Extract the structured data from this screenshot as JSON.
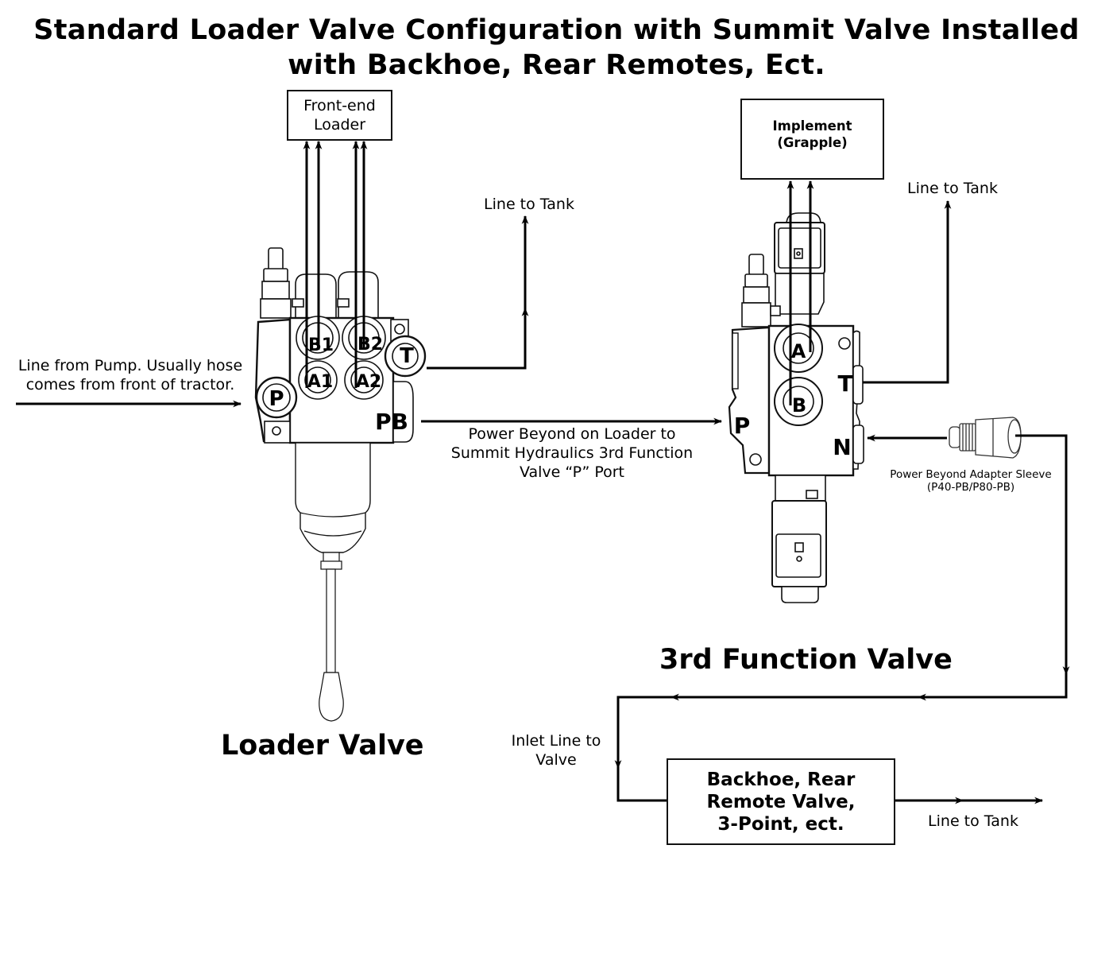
{
  "title": {
    "line1": "Standard Loader Valve Configuration with Summit Valve Installed",
    "line2": "with Backhoe, Rear Remotes, Ect."
  },
  "boxes": {
    "front_end_loader": {
      "line1": "Front-end",
      "line2": "Loader"
    },
    "implement": {
      "line1": "Implement",
      "line2": "(Grapple)"
    },
    "backhoe": {
      "line1": "Backhoe, Rear",
      "line2": "Remote Valve,",
      "line3": "3-Point, ect."
    }
  },
  "labels": {
    "pump_line": {
      "line1": "Line from Pump. Usually hose",
      "line2": "comes from front of tractor."
    },
    "loader_tank": "Line to Tank",
    "third_tank": "Line to Tank",
    "power_beyond": {
      "line1": "Power Beyond on Loader to",
      "line2": "Summit Hydraulics 3rd Function",
      "line3": "Valve “P” Port"
    },
    "adapter_sleeve": {
      "line1": "Power Beyond Adapter Sleeve",
      "line2": "(P40-PB/P80-PB)"
    },
    "inlet_line": {
      "line1": "Inlet Line to",
      "line2": "Valve"
    },
    "backhoe_tank": "Line to Tank"
  },
  "section_titles": {
    "loader_valve": "Loader Valve",
    "third_function_valve": "3rd Function Valve"
  },
  "ports": {
    "loader": {
      "b1": "B1",
      "b2": "B2",
      "a1": "A1",
      "a2": "A2",
      "t": "T",
      "p": "P",
      "pb": "PB"
    },
    "third": {
      "a": "A",
      "b": "B",
      "t": "T",
      "p": "P",
      "n": "N"
    }
  },
  "icons": {
    "loader_valve": "hydraulic-loader-valve-illustration",
    "third_function_valve": "solenoid-valve-illustration",
    "adapter_sleeve": "adapter-fitting-illustration"
  }
}
